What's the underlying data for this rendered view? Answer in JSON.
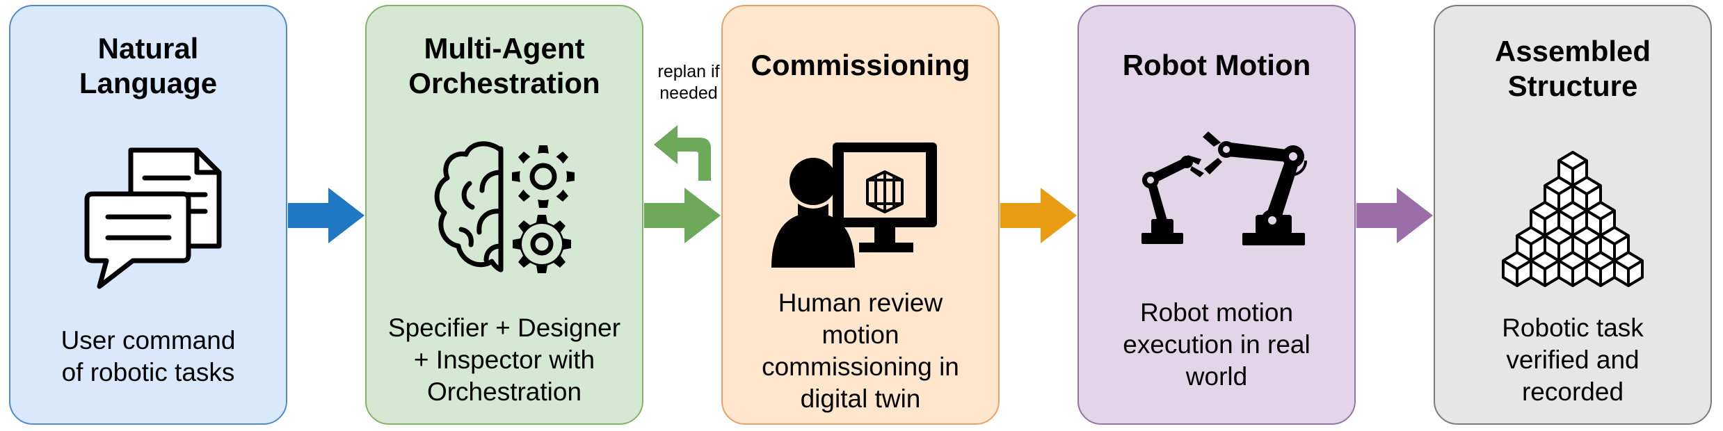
{
  "stages": [
    {
      "title": [
        "Natural",
        "Language"
      ],
      "icon": "chat-document-icon",
      "description": [
        "User command",
        "of robotic tasks"
      ],
      "fill": "#dae8fc",
      "border": "#4e89c9"
    },
    {
      "title": [
        "Multi-Agent",
        "Orchestration"
      ],
      "icon": "brain-gears-icon",
      "description": [
        "Specifier + Designer",
        "+ Inspector with",
        "Orchestration"
      ],
      "fill": "#d5e8d4",
      "border": "#82b366"
    },
    {
      "title": [
        "Commissioning"
      ],
      "icon": "human-monitor-icon",
      "description": [
        "Human review",
        "motion",
        "commissioning in",
        "digital twin"
      ],
      "fill": "#ffe6cc",
      "border": "#e8a06a"
    },
    {
      "title": [
        "Robot Motion"
      ],
      "icon": "robot-arms-icon",
      "description": [
        "Robot motion",
        "execution in real",
        "world"
      ],
      "fill": "#e1d5e7",
      "border": "#9673a6"
    },
    {
      "title": [
        "Assembled",
        "Structure"
      ],
      "icon": "stacked-cubes-icon",
      "description": [
        "Robotic task",
        "verified and",
        "recorded"
      ],
      "fill": "#e6e6e6",
      "border": "#7a7a7a"
    }
  ],
  "replan_note": [
    "replan if",
    "needed"
  ],
  "arrow_colors": [
    "#1f78c1",
    "#6ea85a",
    "#e89c14",
    "#9c6ea8"
  ],
  "replan_arrow_color": "#6ea85a"
}
